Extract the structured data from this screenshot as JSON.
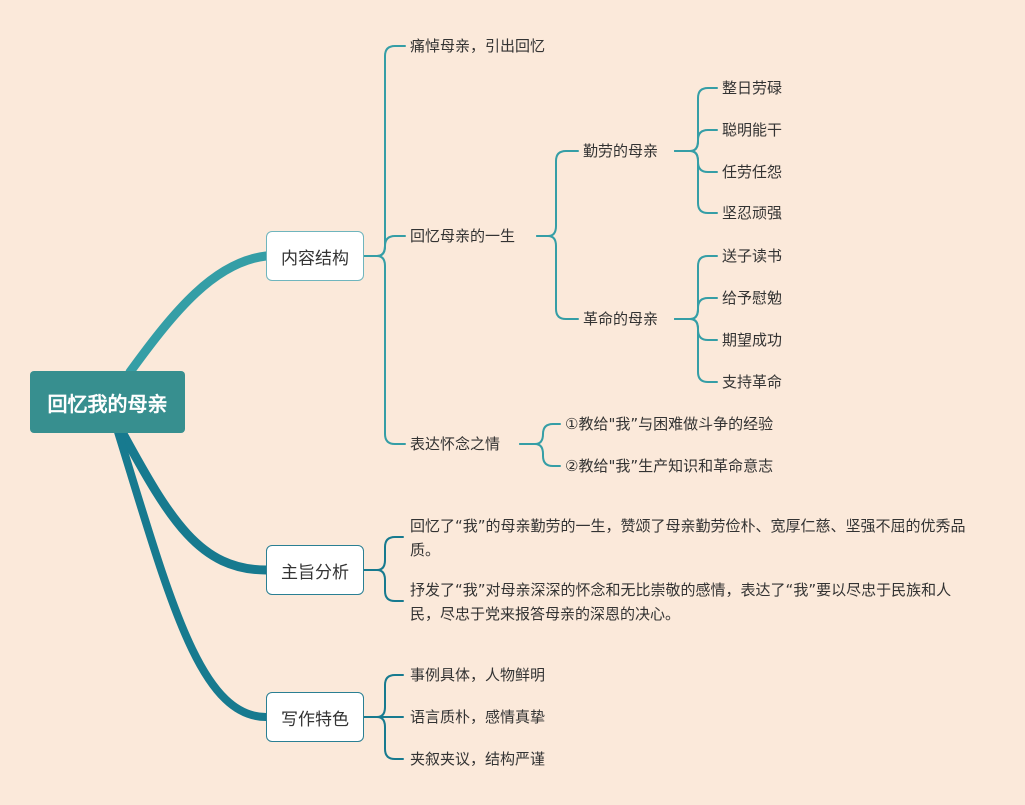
{
  "root": "回忆我的母亲",
  "branches": {
    "content": {
      "label": "内容结构",
      "items": {
        "mourn": "痛悼母亲，引出回忆",
        "recall": {
          "label": "回忆母亲的一生",
          "hardworking": {
            "label": "勤劳的母亲",
            "items": [
              "整日劳碌",
              "聪明能干",
              "任劳任怨",
              "坚忍顽强"
            ]
          },
          "revolutionary": {
            "label": "革命的母亲",
            "items": [
              "送子读书",
              "给予慰勉",
              "期望成功",
              "支持革命"
            ]
          }
        },
        "express": {
          "label": "表达怀念之情",
          "items": [
            "①教给\"我”与困难做斗争的经验",
            "②教给\"我”生产知识和革命意志"
          ]
        }
      }
    },
    "theme": {
      "label": "主旨分析",
      "items": [
        "回忆了“我”的母亲勤劳的一生，赞颂了母亲勤劳俭朴、宽厚仁慈、坚强不屈的优秀品质。",
        "抒发了“我”对母亲深深的怀念和无比崇敬的感情，表达了“我”要以尽忠于民族和人民，尽忠于党来报答母亲的深恩的决心。"
      ]
    },
    "features": {
      "label": "写作特色",
      "items": [
        "事例具体，人物鲜明",
        "语言质朴，感情真挚",
        "夹叙夹议，结构严谨"
      ]
    }
  },
  "colors": {
    "background": "#fbe9da",
    "root": "#378f8f",
    "branch_top": "#359ea6",
    "branch_low": "#177a8f"
  }
}
